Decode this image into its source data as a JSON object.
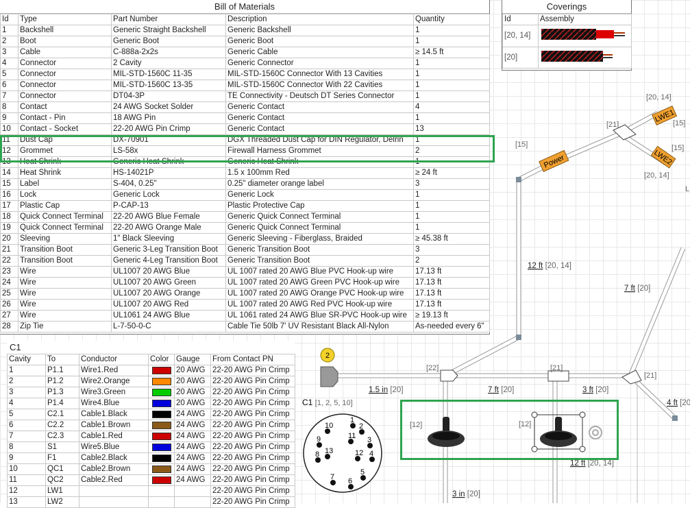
{
  "bom": {
    "title": "Bill of Materials",
    "columns": [
      "Id",
      "Type",
      "Part Number",
      "Description",
      "Quantity"
    ],
    "rows": [
      [
        "1",
        "Backshell",
        "Generic Straight Backshell",
        "Generic Backshell",
        "1"
      ],
      [
        "2",
        "Boot",
        "Generic Boot",
        "Generic Boot",
        "1"
      ],
      [
        "3",
        "Cable",
        "C-888a-2x2s",
        "Generic Cable",
        "≥ 14.5 ft"
      ],
      [
        "4",
        "Connector",
        "2 Cavity",
        "Generic Connector",
        "1"
      ],
      [
        "5",
        "Connector",
        "MIL-STD-1560C 11-35",
        "MIL-STD-1560C Connector With 13 Cavities",
        "1"
      ],
      [
        "6",
        "Connector",
        "MIL-STD-1560C 13-35",
        "MIL-STD-1560C Connector With 22 Cavities",
        "1"
      ],
      [
        "7",
        "Connector",
        "DT04-3P",
        "TE Connectivity - Deutsch DT Series Connector",
        "1"
      ],
      [
        "8",
        "Contact",
        "24 AWG Socket Solder",
        "Generic Contact",
        "4"
      ],
      [
        "9",
        "Contact - Pin",
        "18 AWG Pin",
        "Generic Contact",
        "1"
      ],
      [
        "10",
        "Contact - Socket",
        "22-20 AWG Pin Crimp",
        "Generic Contact",
        "13"
      ],
      [
        "11",
        "Dust Cap",
        "DX-70901",
        "DGX Threaded Dust Cap for DIN Regulator, Delrin",
        "1"
      ],
      [
        "12",
        "Grommet",
        "LS-58x",
        "Firewall Harness Grommet",
        "2"
      ],
      [
        "13",
        "Heat Shrink",
        "Generic Heat Shrink",
        "Generic Heat Shrink",
        "1"
      ],
      [
        "14",
        "Heat Shrink",
        "HS-14021P",
        "1.5 x 100mm Red",
        "≥ 24 ft"
      ],
      [
        "15",
        "Label",
        "S-404, 0.25\"",
        "0.25\" diameter orange label",
        "3"
      ],
      [
        "16",
        "Lock",
        "Generic Lock",
        "Generic Lock",
        "1"
      ],
      [
        "17",
        "Plastic Cap",
        "P-CAP-13",
        "Plastic Protective Cap",
        "1"
      ],
      [
        "18",
        "Quick Connect Terminal",
        "22-20 AWG Blue Female",
        "Generic Quick Connect Terminal",
        "1"
      ],
      [
        "19",
        "Quick Connect Terminal",
        "22-20 AWG Orange Male",
        "Generic Quick Connect Terminal",
        "1"
      ],
      [
        "20",
        "Sleeving",
        "1\" Black Sleeving",
        "Generic Sleeving - Fiberglass, Braided",
        "≥ 45.38 ft"
      ],
      [
        "21",
        "Transition Boot",
        "Generic 3-Leg Transition Boot",
        "Generic Transition Boot",
        "3"
      ],
      [
        "22",
        "Transition Boot",
        "Generic 4-Leg Transition Boot",
        "Generic Transition Boot",
        "2"
      ],
      [
        "23",
        "Wire",
        "UL1007 20 AWG Blue",
        "UL 1007 rated 20 AWG Blue PVC Hook-up wire",
        "17.13 ft"
      ],
      [
        "24",
        "Wire",
        "UL1007 20 AWG Green",
        "UL 1007 rated 20 AWG Green PVC Hook-up wire",
        "17.13 ft"
      ],
      [
        "25",
        "Wire",
        "UL1007 20 AWG Orange",
        "UL 1007 rated 20 AWG Orange PVC Hook-up wire",
        "17.13 ft"
      ],
      [
        "26",
        "Wire",
        "UL1007 20 AWG Red",
        "UL 1007 rated 20 AWG Red PVC Hook-up wire",
        "17.13 ft"
      ],
      [
        "27",
        "Wire",
        "UL1061 24 AWG Blue",
        "UL 1061 rated 24 AWG Blue SR-PVC Hook-up wire",
        "≥ 19.13 ft"
      ],
      [
        "28",
        "Zip Tie",
        "L-7-50-0-C",
        "Cable Tie 50lb 7' UV Resistant Black All-Nylon",
        "As-needed every 6\""
      ]
    ]
  },
  "coverings": {
    "title": "Coverings",
    "columns": [
      "Id",
      "Assembly"
    ],
    "rows": [
      {
        "id": "[20, 14]",
        "heat_shrink_color": "#dd0000"
      },
      {
        "id": "[20]",
        "heat_shrink_color": null
      }
    ]
  },
  "c1": {
    "title": "C1",
    "columns": [
      "Cavity",
      "To",
      "Conductor",
      "Color",
      "Gauge",
      "From Contact PN"
    ],
    "rows": [
      [
        "1",
        "P1.1",
        "Wire1.Red",
        "#cc0000",
        "20 AWG",
        "22-20 AWG Pin Crimp"
      ],
      [
        "2",
        "P1.2",
        "Wire2.Orange",
        "#ff8800",
        "20 AWG",
        "22-20 AWG Pin Crimp"
      ],
      [
        "3",
        "P1.3",
        "Wire3.Green",
        "#00cc00",
        "20 AWG",
        "22-20 AWG Pin Crimp"
      ],
      [
        "4",
        "P1.4",
        "Wire4.Blue",
        "#0000dd",
        "20 AWG",
        "22-20 AWG Pin Crimp"
      ],
      [
        "5",
        "C2.1",
        "Cable1.Black",
        "#000000",
        "24 AWG",
        "22-20 AWG Pin Crimp"
      ],
      [
        "6",
        "C2.2",
        "Cable1.Brown",
        "#8b5a1b",
        "24 AWG",
        "22-20 AWG Pin Crimp"
      ],
      [
        "7",
        "C2.3",
        "Cable1.Red",
        "#cc0000",
        "24 AWG",
        "22-20 AWG Pin Crimp"
      ],
      [
        "8",
        "S1",
        "Wire5.Blue",
        "#0000dd",
        "24 AWG",
        "22-20 AWG Pin Crimp"
      ],
      [
        "9",
        "F1",
        "Cable2.Black",
        "#000000",
        "24 AWG",
        "22-20 AWG Pin Crimp"
      ],
      [
        "10",
        "QC1",
        "Cable2.Brown",
        "#8b5a1b",
        "24 AWG",
        "22-20 AWG Pin Crimp"
      ],
      [
        "11",
        "QC2",
        "Cable2.Red",
        "#cc0000",
        "24 AWG",
        "22-20 AWG Pin Crimp"
      ],
      [
        "12",
        "LW1",
        "",
        "",
        "",
        "22-20 AWG Pin Crimp"
      ],
      [
        "13",
        "LW2",
        "",
        "",
        "",
        "22-20 AWG Pin Crimp"
      ]
    ]
  },
  "diagram": {
    "lengths": [
      {
        "len": "12 ft",
        "ids": "[20, 14]"
      },
      {
        "len": "7 ft",
        "ids": "[20]"
      },
      {
        "len": "1.5 in",
        "ids": "[20]"
      },
      {
        "len": "7 ft",
        "ids": "[20]"
      },
      {
        "len": "3 ft",
        "ids": "[20]"
      },
      {
        "len": "4 ft",
        "ids": "[20]"
      },
      {
        "len": "12 ft",
        "ids": "[20, 14]"
      },
      {
        "len": "3 in",
        "ids": "[20]"
      }
    ],
    "tags": [
      "[15]",
      "[21]",
      "[20, 14]",
      "[15]",
      "[15]",
      "[20, 14]",
      "[22]",
      "[21]",
      "[21]",
      "[12]",
      "[12]"
    ],
    "labels": [
      "Power",
      "LWE1",
      "LWE2"
    ],
    "connector_label": "C1",
    "connector_ids": "[1, 2, 5, 10]",
    "badge": "2",
    "pin_numbers": [
      "1",
      "2",
      "3",
      "4",
      "5",
      "6",
      "7",
      "8",
      "9",
      "10",
      "11",
      "12",
      "13"
    ],
    "partial_text": "L"
  }
}
